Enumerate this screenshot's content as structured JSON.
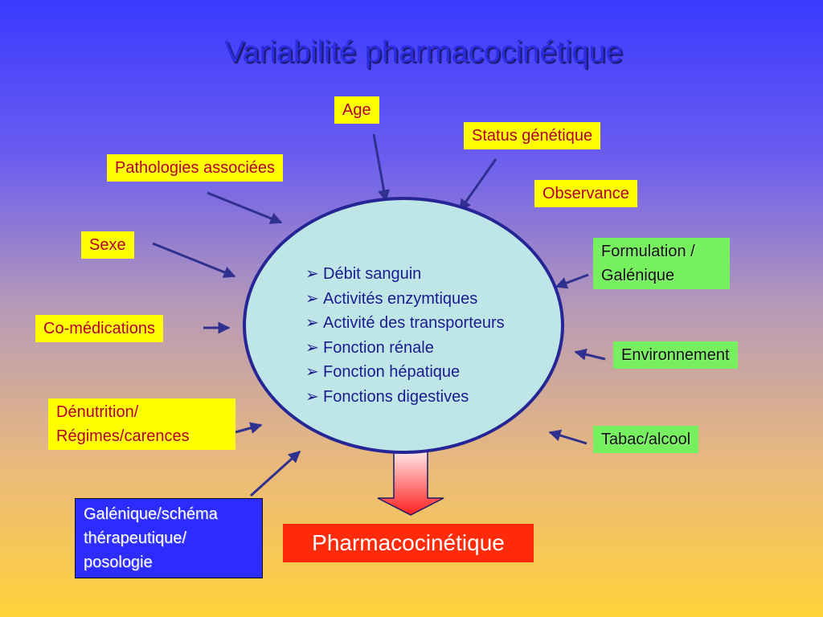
{
  "title": "Variabilité pharmacocinétique",
  "factors": {
    "age": "Age",
    "status": "Status génétique",
    "pathologies": "Pathologies associées",
    "observance": "Observance",
    "sexe": "Sexe",
    "formulation_line1": "Formulation /",
    "formulation_line2": "Galénique",
    "comedications": "Co-médications",
    "environnement": "Environnement",
    "denutrition_line1": "Dénutrition/",
    "denutrition_line2": "Régimes/carences",
    "tabac": "Tabac/alcool",
    "galenique_line1": "Galénique/schéma",
    "galenique_line2": "thérapeutique/",
    "galenique_line3": "posologie"
  },
  "center_items": [
    "Débit sanguin",
    "Activités enzymtiques",
    "Activité des transporteurs",
    "Fonction rénale",
    "Fonction hépatique",
    "Fonctions digestives"
  ],
  "bullet_icon": "arrowhead-bullet-icon",
  "output": "Pharmacocinétique",
  "colors": {
    "yellow_box": "#ffff00",
    "yellow_text": "#b3001a",
    "green_box": "#77f060",
    "blue_box": "#2c2cff",
    "output_box": "#ff2b0a",
    "ellipse_fill": "#bfe6e6",
    "ellipse_border": "#252596",
    "arrow": "#303090"
  }
}
